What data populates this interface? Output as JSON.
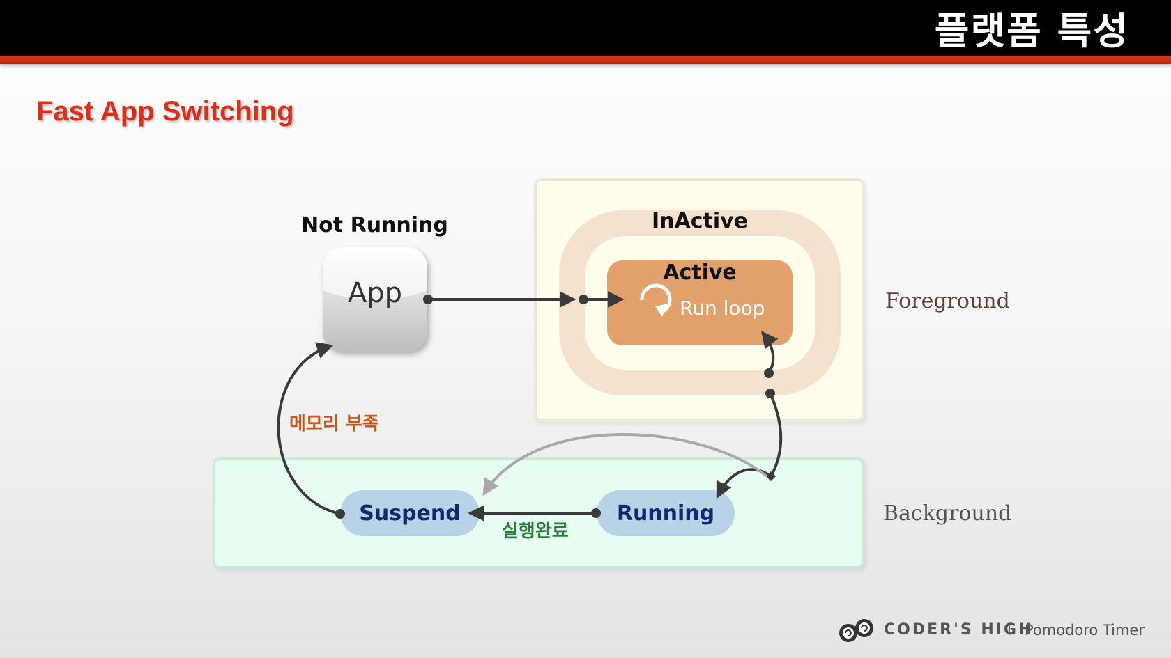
{
  "header": {
    "title": "플랫폼 특성"
  },
  "slide": {
    "subtitle": "Fast App Switching"
  },
  "diagram": {
    "not_running_label": "Not Running",
    "app_label": "App",
    "inactive_label": "InActive",
    "active_label": "Active",
    "runloop_label": "Run loop",
    "suspend_label": "Suspend",
    "running_label": "Running",
    "foreground_label": "Foreground",
    "background_label": "Background",
    "memory_label": "메모리 부족",
    "complete_label": "실행완료"
  },
  "footer": {
    "brand": "CODER'S HIGH",
    "separator": "I",
    "product": "Pomodoro Timer"
  },
  "colors": {
    "accent": "#d9301a",
    "foreground_box": "#fefcea",
    "background_box": "#e8fdf2",
    "inactive": "#f5e2cc",
    "active": "#e2a06b",
    "pill": "#b9d3e6"
  }
}
